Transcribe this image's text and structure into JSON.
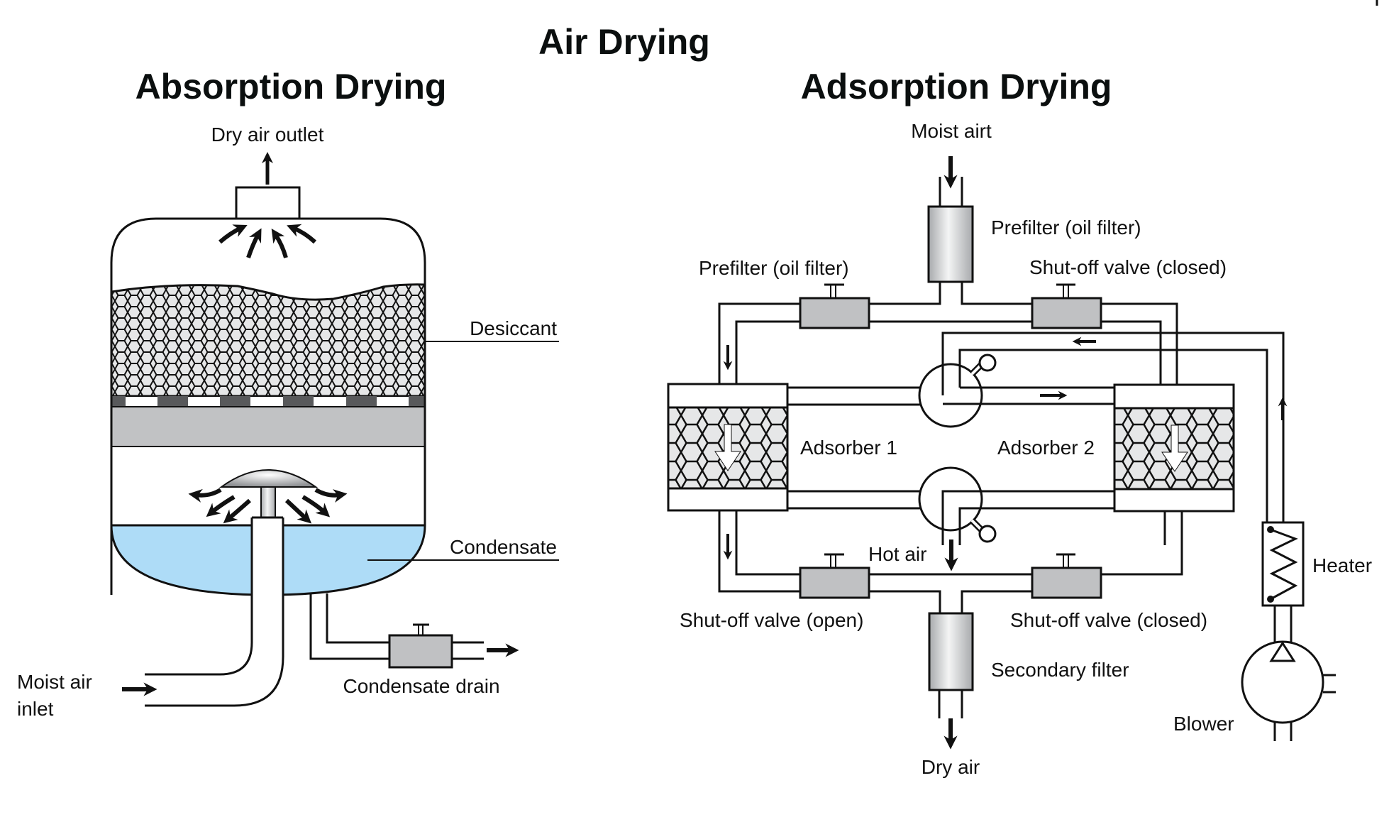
{
  "title": "Air Drying",
  "absorption": {
    "heading": "Absorption Drying",
    "labels": {
      "dry_air_outlet": "Dry air outlet",
      "desiccant": "Desiccant",
      "condensate": "Condensate",
      "moist_air_inlet_line1": "Moist air",
      "moist_air_inlet_line2": "inlet",
      "condensate_drain": "Condensate drain"
    }
  },
  "adsorption": {
    "heading": "Adsorption Drying",
    "labels": {
      "moist_air": "Moist airt",
      "prefilter_top": "Prefilter (oil filter)",
      "prefilter_left": "Prefilter (oil filter)",
      "shutoff_top_right": "Shut-off valve (closed)",
      "adsorber1": "Adsorber 1",
      "adsorber2": "Adsorber 2",
      "hot_air": "Hot air",
      "heater": "Heater",
      "shutoff_bottom_left": "Shut-off valve (open)",
      "shutoff_bottom_right": "Shut-off valve (closed)",
      "secondary_filter": "Secondary filter",
      "blower": "Blower",
      "dry_air": "Dry air"
    }
  },
  "colors": {
    "condensate": "#aedcf7",
    "desiccant": "#e6e7e8",
    "valve": "#c0c1c3",
    "support_plate": "#c1c2c4",
    "grate_dark": "#58595b"
  }
}
